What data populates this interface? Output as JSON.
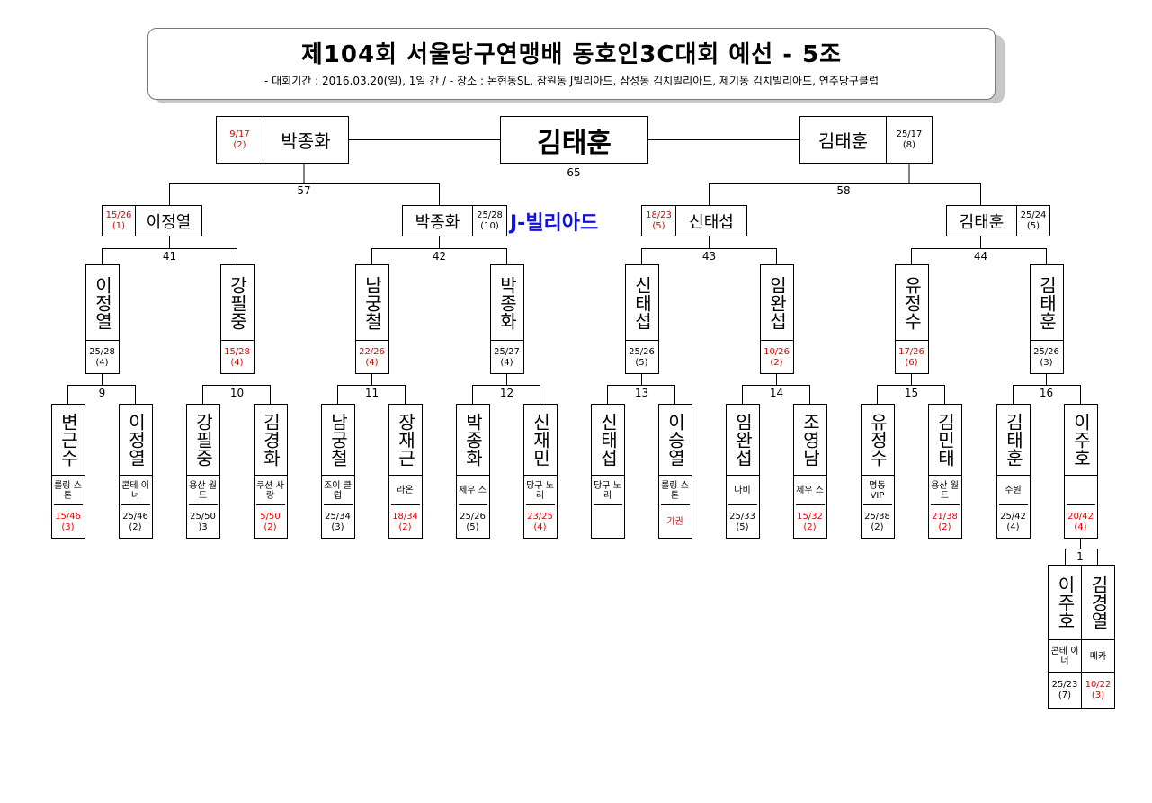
{
  "header": {
    "title": "제104회 서울당구연맹배 동호인3C대회 예선 - 5조",
    "subtitle": "- 대회기간 : 2016.03.20(일), 1일 간 / - 장소 : 논현동SL, 잠원동 J빌리아드, 삼성동 김치빌리아드, 제기동 김치빌리아드, 연주당구클럽"
  },
  "venue": "J-빌리아드",
  "winner": "김태훈",
  "final": {
    "left": {
      "name": "박종화",
      "score": "9/17",
      "avg": "(2)"
    },
    "right": {
      "name": "김태훈",
      "score": "25/17",
      "avg": "(8)"
    },
    "match": "65"
  },
  "semis": [
    {
      "match": "57",
      "left": {
        "name": "이정열",
        "score": "15/26",
        "avg": "(1)"
      },
      "right": {
        "name": "박종화",
        "score": "25/28",
        "avg": "(10)"
      }
    },
    {
      "match": "58",
      "left": {
        "name": "신태섭",
        "score": "18/23",
        "avg": "(5)"
      },
      "right": {
        "name": "김태훈",
        "score": "25/24",
        "avg": "(5)"
      }
    }
  ],
  "quarters": [
    {
      "match": "41",
      "left": {
        "name": "이정열",
        "score": "25/28",
        "avg": "(4)"
      },
      "right": {
        "name": "강필중",
        "score": "15/28",
        "avg": "(4)"
      }
    },
    {
      "match": "42",
      "left": {
        "name": "남궁철",
        "score": "22/26",
        "avg": "(4)"
      },
      "right": {
        "name": "박종화",
        "score": "25/27",
        "avg": "(4)"
      }
    },
    {
      "match": "43",
      "left": {
        "name": "신태섭",
        "score": "25/26",
        "avg": "(5)"
      },
      "right": {
        "name": "임완섭",
        "score": "10/26",
        "avg": "(2)"
      }
    },
    {
      "match": "44",
      "left": {
        "name": "유정수",
        "score": "17/26",
        "avg": "(6)"
      },
      "right": {
        "name": "김태훈",
        "score": "25/26",
        "avg": "(3)"
      }
    }
  ],
  "round16": [
    {
      "match": "9",
      "left": {
        "name": "변근수",
        "club": "롤링 스톤",
        "score": "15/46",
        "avg": "(3)"
      },
      "right": {
        "name": "이정열",
        "club": "콘테 이너",
        "score": "25/46",
        "avg": "(2)"
      }
    },
    {
      "match": "10",
      "left": {
        "name": "강필중",
        "club": "용산 월드",
        "score": "25/50",
        "avg": ")3"
      },
      "right": {
        "name": "김경화",
        "club": "쿠션 사랑",
        "score": "5/50",
        "avg": "(2)"
      }
    },
    {
      "match": "11",
      "left": {
        "name": "남궁철",
        "club": "조이 클럽",
        "score": "25/34",
        "avg": "(3)"
      },
      "right": {
        "name": "장재근",
        "club": "라온",
        "score": "18/34",
        "avg": "(2)"
      }
    },
    {
      "match": "12",
      "left": {
        "name": "박종화",
        "club": "제우 스",
        "score": "25/26",
        "avg": "(5)"
      },
      "right": {
        "name": "신재민",
        "club": "당구 노리",
        "score": "23/25",
        "avg": "(4)"
      }
    },
    {
      "match": "13",
      "left": {
        "name": "신태섭",
        "club": "당구 노리",
        "score": "",
        "avg": ""
      },
      "right": {
        "name": "이승열",
        "club": "롤링 스톤",
        "score": "기권",
        "avg": ""
      }
    },
    {
      "match": "14",
      "left": {
        "name": "임완섭",
        "club": "나비",
        "score": "25/33",
        "avg": "(5)"
      },
      "right": {
        "name": "조영남",
        "club": "제우 스",
        "score": "15/32",
        "avg": "(2)"
      }
    },
    {
      "match": "15",
      "left": {
        "name": "유정수",
        "club": "명동 VIP",
        "score": "25/38",
        "avg": "(2)"
      },
      "right": {
        "name": "김민태",
        "club": "용산 월드",
        "score": "21/38",
        "avg": "(2)"
      }
    },
    {
      "match": "16",
      "left": {
        "name": "김태훈",
        "club": "수원",
        "score": "25/42",
        "avg": "(4)"
      },
      "right": {
        "name": "이주호",
        "club": "",
        "score": "20/42",
        "avg": "(4)"
      }
    }
  ],
  "prelim": {
    "match": "1",
    "left": {
      "name": "이주호",
      "club": "콘테 이너",
      "score": "25/23",
      "avg": "(7)"
    },
    "right": {
      "name": "김경열",
      "club": "메카",
      "score": "10/22",
      "avg": "(3)"
    }
  },
  "colors": {
    "winner_score": "#000000",
    "loser_score": "#e00000",
    "venue": "#1010e0"
  }
}
